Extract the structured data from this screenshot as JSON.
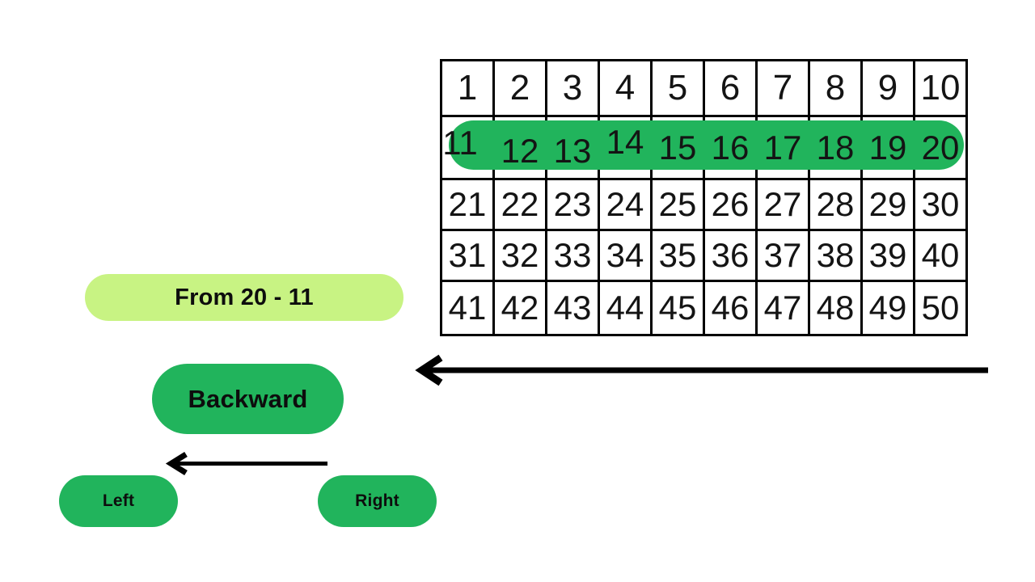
{
  "colors": {
    "green": "#21b45c",
    "light_green": "#c8f383",
    "grid_border": "#000000"
  },
  "number_grid": {
    "rows": [
      [
        1,
        2,
        3,
        4,
        5,
        6,
        7,
        8,
        9,
        10
      ],
      [
        11,
        12,
        13,
        14,
        15,
        16,
        17,
        18,
        19,
        20
      ],
      [
        21,
        22,
        23,
        24,
        25,
        26,
        27,
        28,
        29,
        30
      ],
      [
        31,
        32,
        33,
        34,
        35,
        36,
        37,
        38,
        39,
        40
      ],
      [
        41,
        42,
        43,
        44,
        45,
        46,
        47,
        48,
        49,
        50
      ]
    ],
    "highlighted_range": {
      "from": 11,
      "to": 20,
      "row_index": 1
    }
  },
  "labels": {
    "range": "From 20 - 11",
    "direction": "Backward",
    "left": "Left",
    "right": "Right"
  }
}
